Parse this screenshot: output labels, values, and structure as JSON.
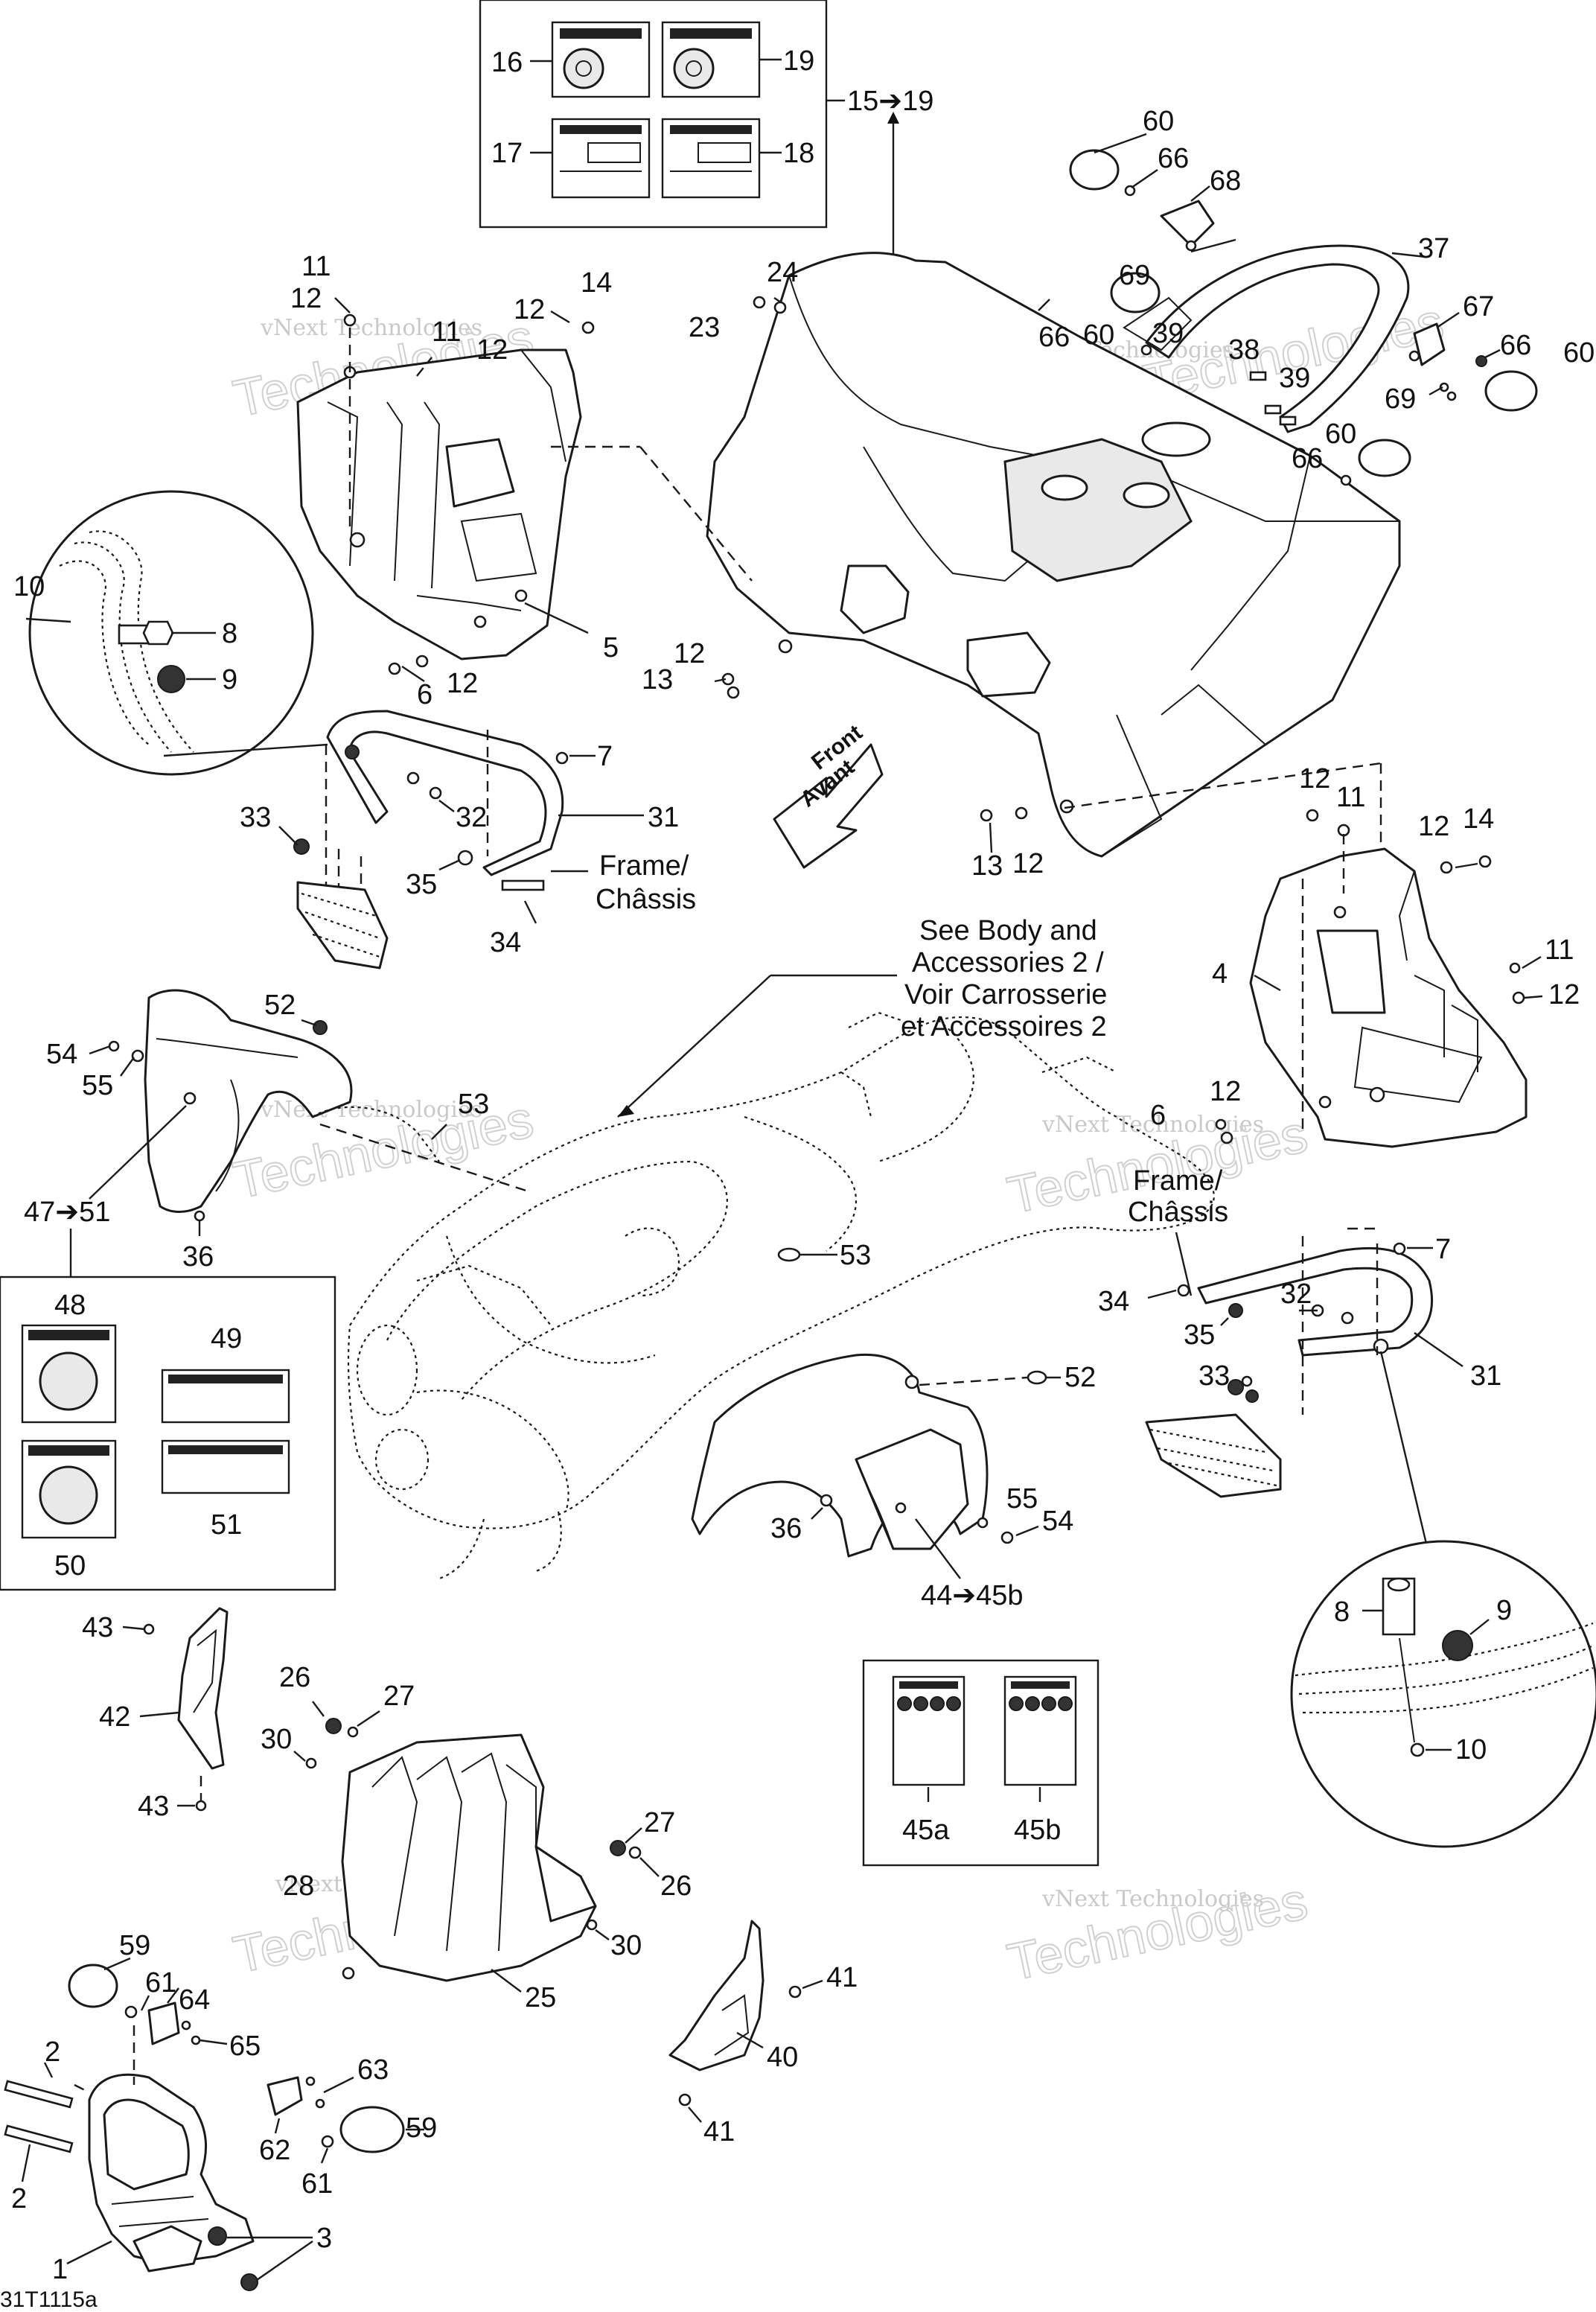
{
  "diagram": {
    "code": "31T1115a",
    "watermark_small": "vNext Technologies",
    "watermark_big": "Technologies",
    "front_arrow": {
      "line1": "Front",
      "line2": "Avant"
    },
    "notes": {
      "frame_left": {
        "line1": "Frame/",
        "line2": "Châssis"
      },
      "frame_right": {
        "line1": "Frame/",
        "line2": "Châssis"
      },
      "see_body": {
        "line1": "See Body and",
        "line2": "Accessories 2 /",
        "line3": "Voir Carrosserie",
        "line4": "et Accessoires 2"
      }
    },
    "callouts": {
      "c15_19": "15➔19",
      "c16": "16",
      "c17": "17",
      "c18": "18",
      "c19": "19",
      "c60a": "60",
      "c66a": "66",
      "c68": "68",
      "c69a": "69",
      "c37": "37",
      "c67": "67",
      "c66b": "66",
      "c60b": "60",
      "c69b": "69",
      "c24": "24",
      "c23": "23",
      "c66c": "66",
      "c60c": "60",
      "c39a": "39",
      "c38": "38",
      "c39b": "39",
      "c60d": "60",
      "c66d": "66",
      "c11a": "11",
      "c12a": "12",
      "c11b": "11",
      "c12b": "12",
      "c12c": "12",
      "c14a": "14",
      "c10a": "10",
      "c8a": "8",
      "c9a": "9",
      "c5": "5",
      "c6a": "6",
      "c12d": "12",
      "c12e": "12",
      "c13a": "13",
      "c7a": "7",
      "c33a": "33",
      "c32a": "32",
      "c31a": "31",
      "c35a": "35",
      "c34a": "34",
      "c12f": "12",
      "c11c": "11",
      "c12g": "12",
      "c14b": "14",
      "c13b": "13",
      "c12h": "12",
      "c4": "4",
      "c11d": "11",
      "c12i": "12",
      "c6b": "6",
      "c12j": "12",
      "c52a": "52",
      "c54a": "54",
      "c55a": "55",
      "c53a": "53",
      "c47_51": "47➔51",
      "c36a": "36",
      "c48": "48",
      "c49": "49",
      "c50": "50",
      "c51": "51",
      "c53b": "53",
      "c52b": "52",
      "c55b": "55",
      "c54b": "54",
      "c36b": "36",
      "c44_45b": "44➔45b",
      "c45a": "45a",
      "c45b": "45b",
      "c7b": "7",
      "c34b": "34",
      "c32b": "32",
      "c35b": "35",
      "c33b": "33",
      "c31b": "31",
      "c8b": "8",
      "c9b": "9",
      "c10b": "10",
      "c43a": "43",
      "c42": "42",
      "c43b": "43",
      "c26a": "26",
      "c27a": "27",
      "c30a": "30",
      "c27b": "27",
      "c26b": "26",
      "c28": "28",
      "c30b": "30",
      "c25": "25",
      "c41a": "41",
      "c40": "40",
      "c41b": "41",
      "c59a": "59",
      "c61a": "61",
      "c64": "64",
      "c65": "65",
      "c63": "63",
      "c62": "62",
      "c61b": "61",
      "c59b": "59",
      "c2a": "2",
      "c2b": "2",
      "c1": "1",
      "c3": "3"
    }
  }
}
